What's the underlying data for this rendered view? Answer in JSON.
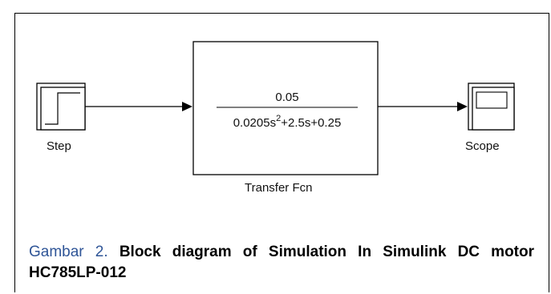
{
  "diagram": {
    "blocks": {
      "step": {
        "label": "Step"
      },
      "transfer_fcn": {
        "label": "Transfer Fcn",
        "numerator": "0.05",
        "denominator_prefix": "0.0205s",
        "denominator_exponent": "2",
        "denominator_suffix": "+2.5s+0.25"
      },
      "scope": {
        "label": "Scope"
      }
    }
  },
  "caption": {
    "prefix": "Gambar 2.",
    "title": "Block diagram of Simulation In Simulink DC motor HC785LP-012"
  },
  "colors": {
    "caption_prefix": "#2f5597",
    "block_fill": "#ffffff",
    "line": "#000000"
  }
}
